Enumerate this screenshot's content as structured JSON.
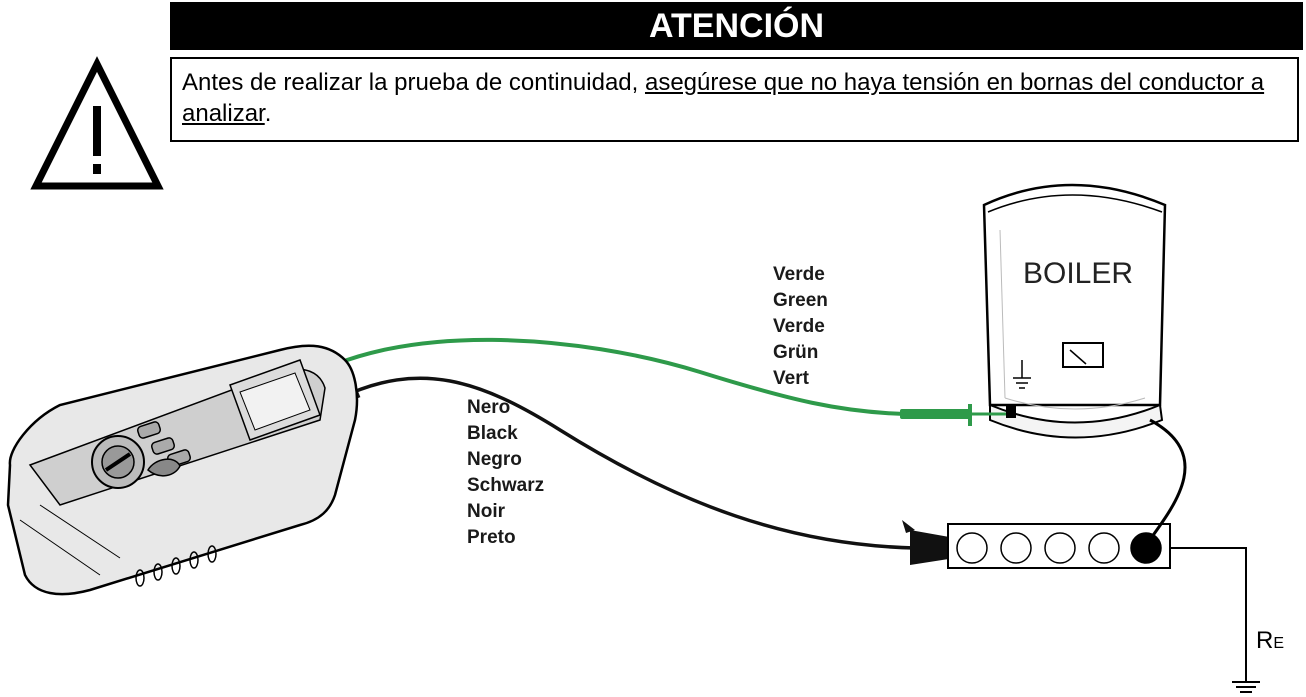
{
  "header": {
    "banner_title": "ATENCIÓN",
    "message_intro": "Antes de realizar la prueba de continuidad, ",
    "message_underlined": "asegúrese que no haya tensión en bornas del conductor a analizar",
    "message_end": "."
  },
  "diagram": {
    "boiler_label": "BOILER",
    "green_lead_labels": [
      "Verde",
      "Green",
      "Verde",
      "Grün",
      "Vert"
    ],
    "black_lead_labels": [
      "Nero",
      "Black",
      "Negro",
      "Schwarz",
      "Noir",
      "Preto"
    ],
    "earth_resistance_label": "R",
    "earth_resistance_subscript": "E",
    "colors": {
      "green_lead": "#2e9a4a",
      "black_lead": "#111111",
      "banner_bg": "#000000"
    }
  }
}
